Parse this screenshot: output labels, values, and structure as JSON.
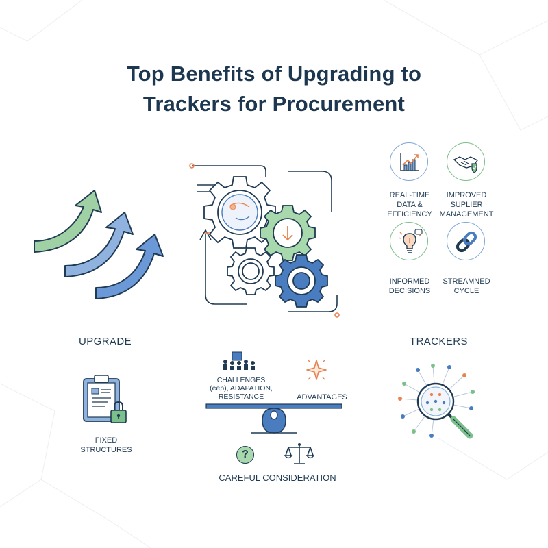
{
  "title": {
    "line1": "Top Benefits of Upgrading to",
    "line2": "Trackers for Procurement"
  },
  "benefits": [
    {
      "icon": "chart-growth-icon",
      "line1": "REAL-TIME",
      "line2": "DATA &",
      "line3": "EFFICIENCY"
    },
    {
      "icon": "handshake-check-icon",
      "line1": "IMPROVED",
      "line2": "SUPLIER",
      "line3": "MANAGEMENT"
    },
    {
      "icon": "lightbulb-idea-icon",
      "line1": "INFORMED",
      "line2": "DECISIONS",
      "line3": ""
    },
    {
      "icon": "chain-link-icon",
      "line1": "STREAMNED",
      "line2": "CYCLE",
      "line3": ""
    }
  ],
  "upgrade_heading": "UPGRADE",
  "trackers_heading": "TRACKERS",
  "fixed_structures": {
    "line1": "FIXED",
    "line2": "STRUCTURES"
  },
  "challenges": {
    "line1": "CHALLENGES",
    "line2": "(eep), ADAPATION,",
    "line3": "RESISTANCE"
  },
  "advantages": "ADVANTAGES",
  "careful_consideration": "CAREFUL CONSIDERATION",
  "question_mark": "?",
  "colors": {
    "navy": "#1f3a52",
    "blue": "#4a7cc0",
    "light_blue": "#8fb2de",
    "green": "#7bbf8a",
    "orange": "#e8824e"
  }
}
